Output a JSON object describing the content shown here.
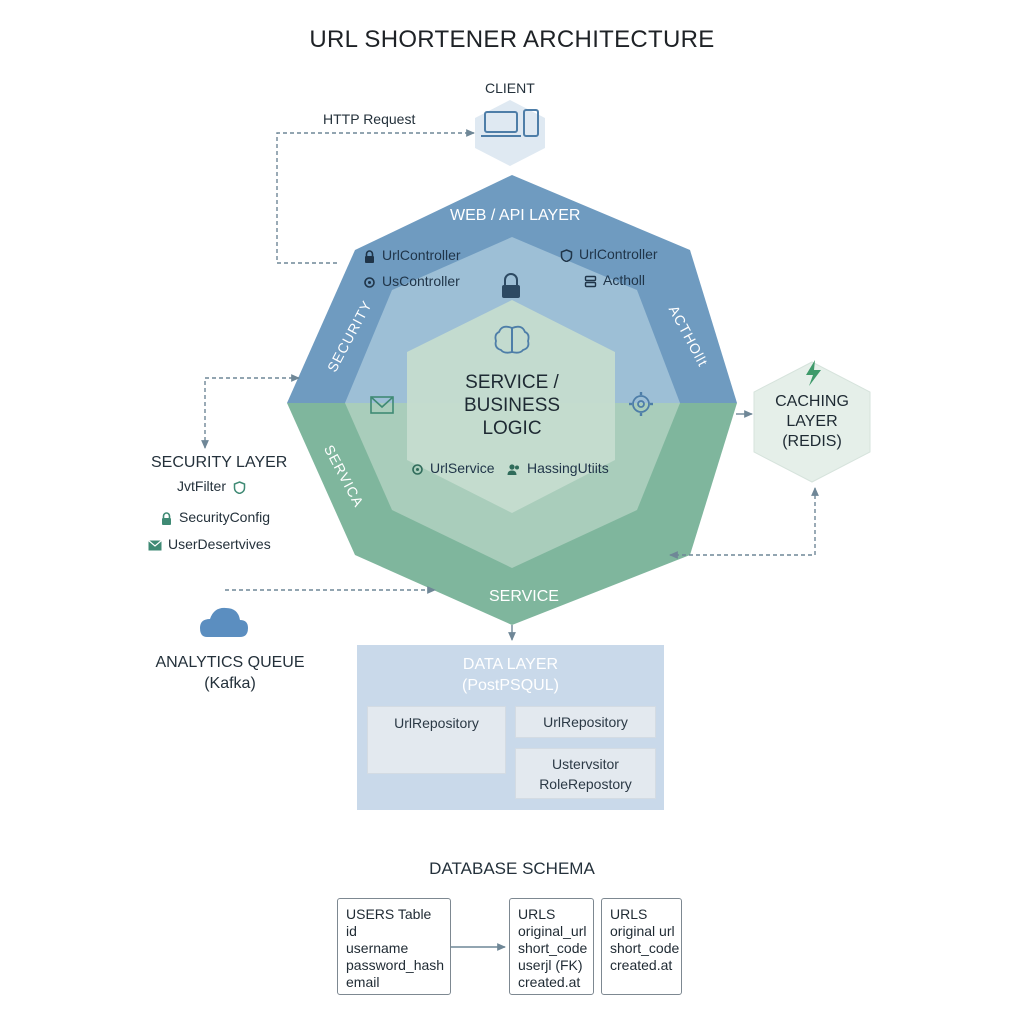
{
  "title": "URL SHORTENER ARCHITECTURE",
  "client": {
    "label": "CLIENT",
    "request_label": "HTTP Request"
  },
  "web_layer": {
    "label": "WEB / API LAYER",
    "items": [
      "UrlController",
      "UsController",
      "UrlController",
      "Actholl"
    ]
  },
  "ring_labels": {
    "security": "SECURITY",
    "action": "ACTHOllt",
    "servica": "SERVICA",
    "service": "SERVICE"
  },
  "core": {
    "label_lines": [
      "SERVICE /",
      "BUSINESS",
      "LOGIC"
    ],
    "items": [
      "UrlService",
      "HassingUtiits"
    ]
  },
  "caching": {
    "label_lines": [
      "CACHING",
      "LAYER",
      "(REDIS)"
    ]
  },
  "security_layer": {
    "label": "SECURITY LAYER",
    "items": [
      "JvtFilter",
      "SecurityConfig",
      "UserDesertvives"
    ]
  },
  "analytics": {
    "label_lines": [
      "ANALYTICS QUEUE",
      "(Kafka)"
    ]
  },
  "data_layer": {
    "label_lines": [
      "DATA LAYER",
      "(PostPSQUL)"
    ],
    "repos": [
      "UrlRepository",
      "UrlRepository"
    ],
    "repo_multi": [
      "Ustervsitor",
      "RoleRepostory"
    ]
  },
  "schema": {
    "title": "DATABASE SCHEMA",
    "tables": [
      {
        "name": "USERS Table",
        "fields": [
          "id",
          "username",
          "password_hash",
          "email"
        ]
      },
      {
        "name": "URLS",
        "fields": [
          "original_url",
          "short_code",
          "userjl (FK)",
          "created.at"
        ]
      },
      {
        "name": "URLS",
        "fields": [
          "original url",
          "short_code",
          "created.at"
        ]
      }
    ]
  },
  "colors": {
    "blue_outer": "#6f9bc0",
    "blue_inner": "#9dbfd6",
    "green_outer": "#7fb69d",
    "green_inner": "#a9cdbb",
    "core": "#c5dccf",
    "caching_fill": "#e5efe9",
    "data_layer": "#c9d9ea",
    "arrow": "#6f8797"
  },
  "icons": [
    "laptop-icon",
    "phone-icon",
    "lock-icon",
    "brain-icon",
    "mail-icon",
    "gear-icon",
    "bolt-icon",
    "shield-icon",
    "cloud-icon",
    "database-icon"
  ]
}
